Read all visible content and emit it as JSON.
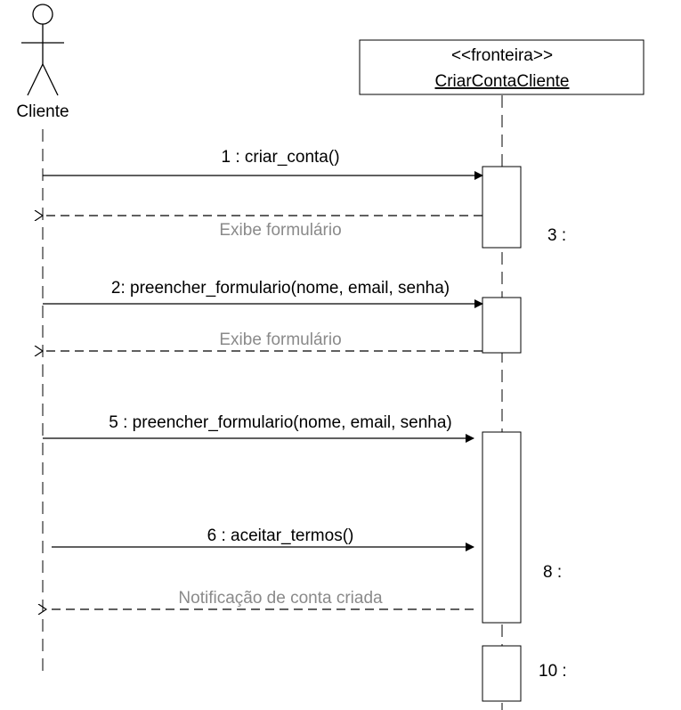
{
  "actor": {
    "name": "Cliente",
    "icon": "stick-figure-icon"
  },
  "boundary": {
    "stereotype": "<<fronteira>>",
    "name": "CriarContaCliente"
  },
  "messages": [
    {
      "label": "1 : criar_conta()",
      "kind": "call"
    },
    {
      "label": "Exibe formulário",
      "kind": "return"
    },
    {
      "label": "2: preencher_formulario(nome, email, senha)",
      "kind": "call"
    },
    {
      "label": "Exibe formulário",
      "kind": "return"
    },
    {
      "label": "5 : preencher_formulario(nome, email, senha)",
      "kind": "call"
    },
    {
      "label": "6 : aceitar_termos()",
      "kind": "call"
    },
    {
      "label": "Notificação de conta criada",
      "kind": "return"
    }
  ],
  "side_labels": [
    "3 :",
    "8 :",
    "10 :"
  ],
  "colors": {
    "line": "#000000",
    "return_label": "#8a8a8a",
    "background": "#ffffff"
  }
}
